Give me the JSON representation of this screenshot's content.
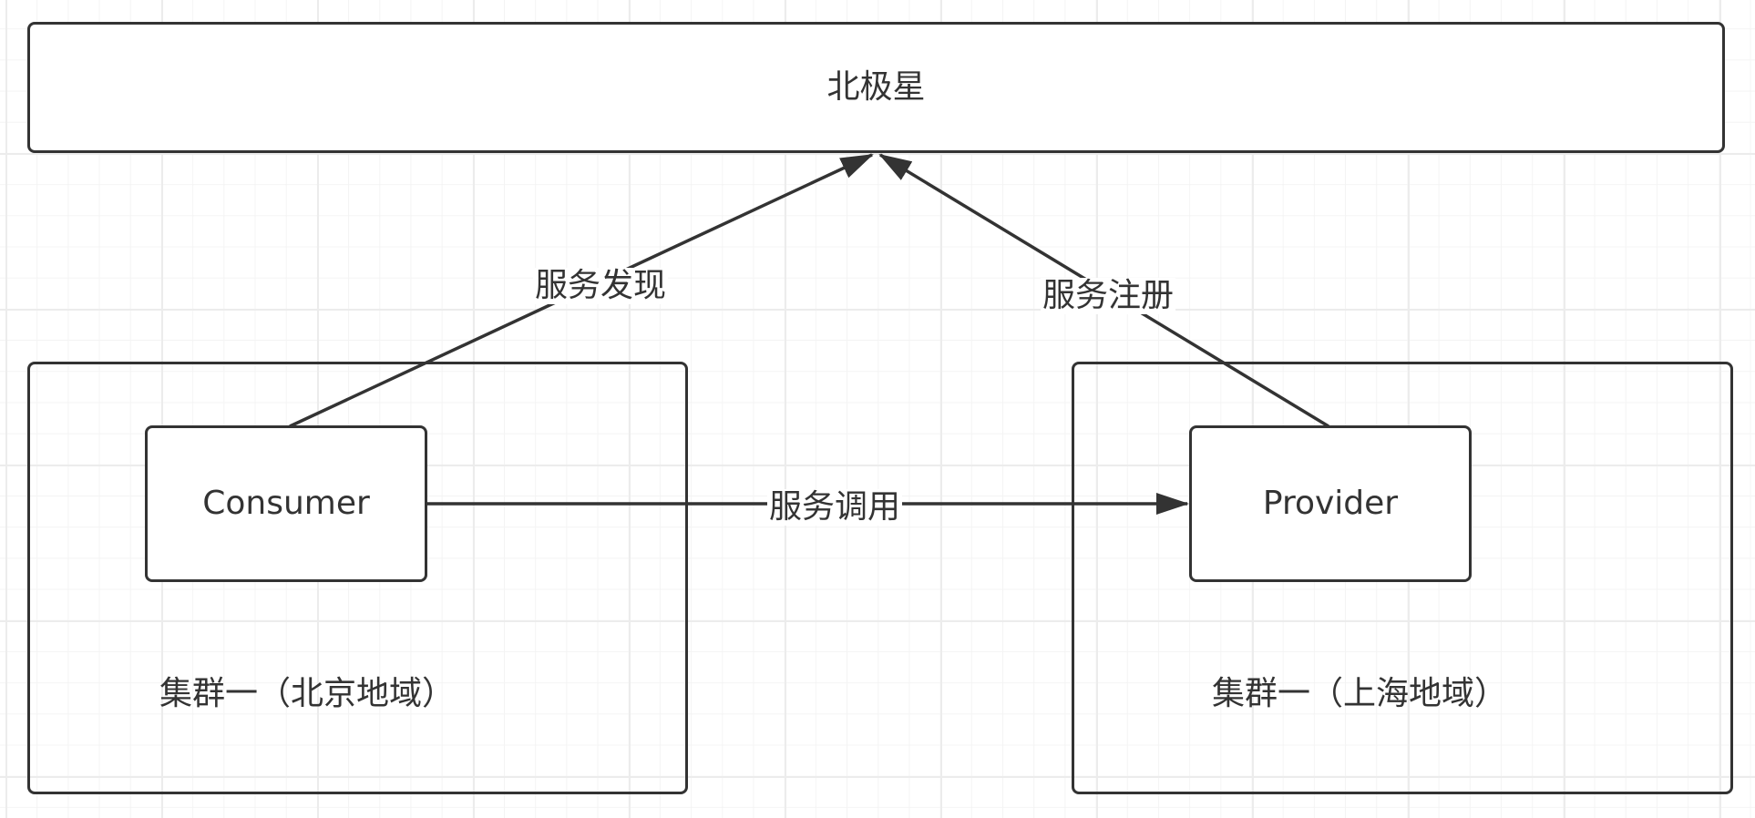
{
  "nodes": {
    "registry": {
      "label": "北极星"
    },
    "cluster_beijing": {
      "label": "集群一（北京地域）"
    },
    "cluster_shanghai": {
      "label": "集群一（上海地域）"
    },
    "consumer": {
      "label": "Consumer"
    },
    "provider": {
      "label": "Provider"
    }
  },
  "edges": {
    "discovery": {
      "label": "服务发现",
      "from": "consumer",
      "to": "registry"
    },
    "registration": {
      "label": "服务注册",
      "from": "provider",
      "to": "registry"
    },
    "invocation": {
      "label": "服务调用",
      "from": "consumer",
      "to": "provider"
    }
  },
  "colors": {
    "stroke": "#333333",
    "background": "#ffffff",
    "grid": "#ececec"
  }
}
